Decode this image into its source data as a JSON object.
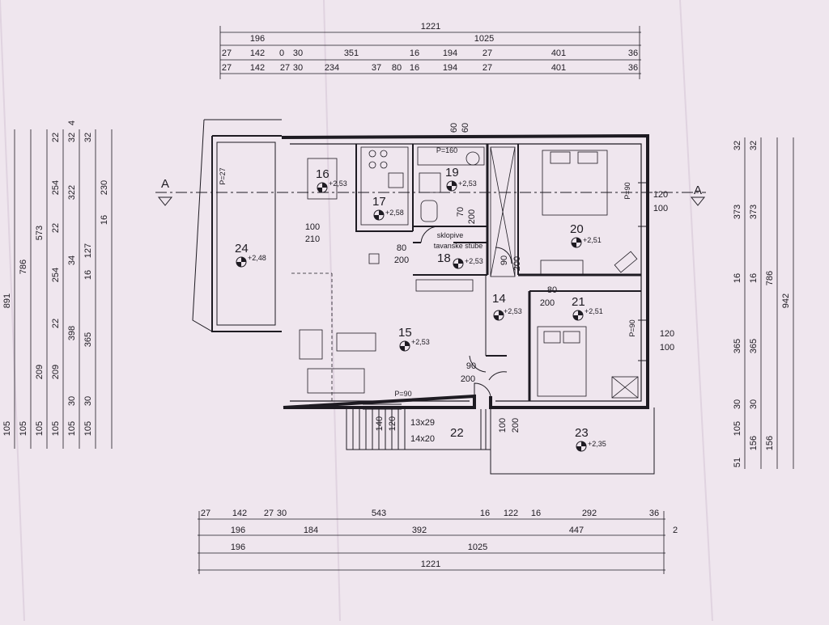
{
  "colors": {
    "paper": "#efe6ee",
    "ink": "#1e1b22",
    "fold": "#e3d7e3"
  },
  "section_marker": "A",
  "dims": {
    "top_total": "1221",
    "top_row2": [
      "196",
      "1025"
    ],
    "top_row3": [
      "27",
      "142",
      "0",
      "30",
      "351",
      "16",
      "194",
      "27",
      "401",
      "36"
    ],
    "top_row4": [
      "27",
      "142",
      "27",
      "30",
      "234",
      "37",
      "80",
      "16",
      "194",
      "27",
      "401",
      "36"
    ],
    "top_mid": [
      "60",
      "60"
    ],
    "bottom_row1": [
      "27",
      "142",
      "27",
      "30",
      "543",
      "16",
      "122",
      "16",
      "292",
      "36"
    ],
    "bottom_row2": [
      "196",
      "184",
      "392",
      "447",
      "2"
    ],
    "bottom_row3": [
      "196",
      "1025"
    ],
    "bottom_total": "1221",
    "left_col1": [
      "891",
      "105"
    ],
    "left_col2": [
      "786",
      "105"
    ],
    "left_col3": [
      "573",
      "209",
      "105"
    ],
    "left_col4": [
      "22",
      "254",
      "22",
      "254",
      "22",
      "209",
      "105"
    ],
    "left_col5": [
      "4",
      "32",
      "322",
      "34",
      "398",
      "30",
      "105"
    ],
    "left_col6": [
      "32",
      "230",
      "16",
      "127",
      "16",
      "365",
      "30",
      "105"
    ],
    "right_col1": [
      "32",
      "373",
      "16",
      "365",
      "30",
      "105",
      "51"
    ],
    "right_col2": [
      "32",
      "373",
      "16",
      "365",
      "30",
      "156"
    ],
    "right_col3": [
      "786",
      "156"
    ],
    "right_col4": [
      "942"
    ]
  },
  "openings": {
    "w20": [
      "120",
      "100"
    ],
    "w21": [
      "120",
      "100"
    ],
    "d24": [
      "100",
      "210"
    ],
    "d18": [
      "80",
      "200"
    ],
    "d18b": [
      "70",
      "200"
    ],
    "d20": [
      "80",
      "200"
    ],
    "d14": [
      "90",
      "200"
    ],
    "d15": [
      "90",
      "200"
    ],
    "d19": [
      "60",
      "60"
    ],
    "w15": [
      "140",
      "120"
    ],
    "d23": [
      "100",
      "200"
    ]
  },
  "labels": {
    "p24": "P=27",
    "p19": "P=160",
    "p20": "P=90",
    "p21": "P=90",
    "p15": "P=90",
    "stairs_note": [
      "sklopive",
      "tavanske stube"
    ],
    "steps": [
      "13x29",
      "14x20"
    ]
  },
  "rooms": [
    {
      "num": "16",
      "level": "+2,53"
    },
    {
      "num": "17",
      "level": "+2,58"
    },
    {
      "num": "19",
      "level": "+2,53"
    },
    {
      "num": "18",
      "level": "+2,53"
    },
    {
      "num": "20",
      "level": "+2,51"
    },
    {
      "num": "24",
      "level": "+2,48"
    },
    {
      "num": "15",
      "level": "+2,53"
    },
    {
      "num": "14",
      "level": "+2,53"
    },
    {
      "num": "21",
      "level": "+2,51"
    },
    {
      "num": "22",
      "level": ""
    },
    {
      "num": "23",
      "level": "+2,35"
    }
  ]
}
